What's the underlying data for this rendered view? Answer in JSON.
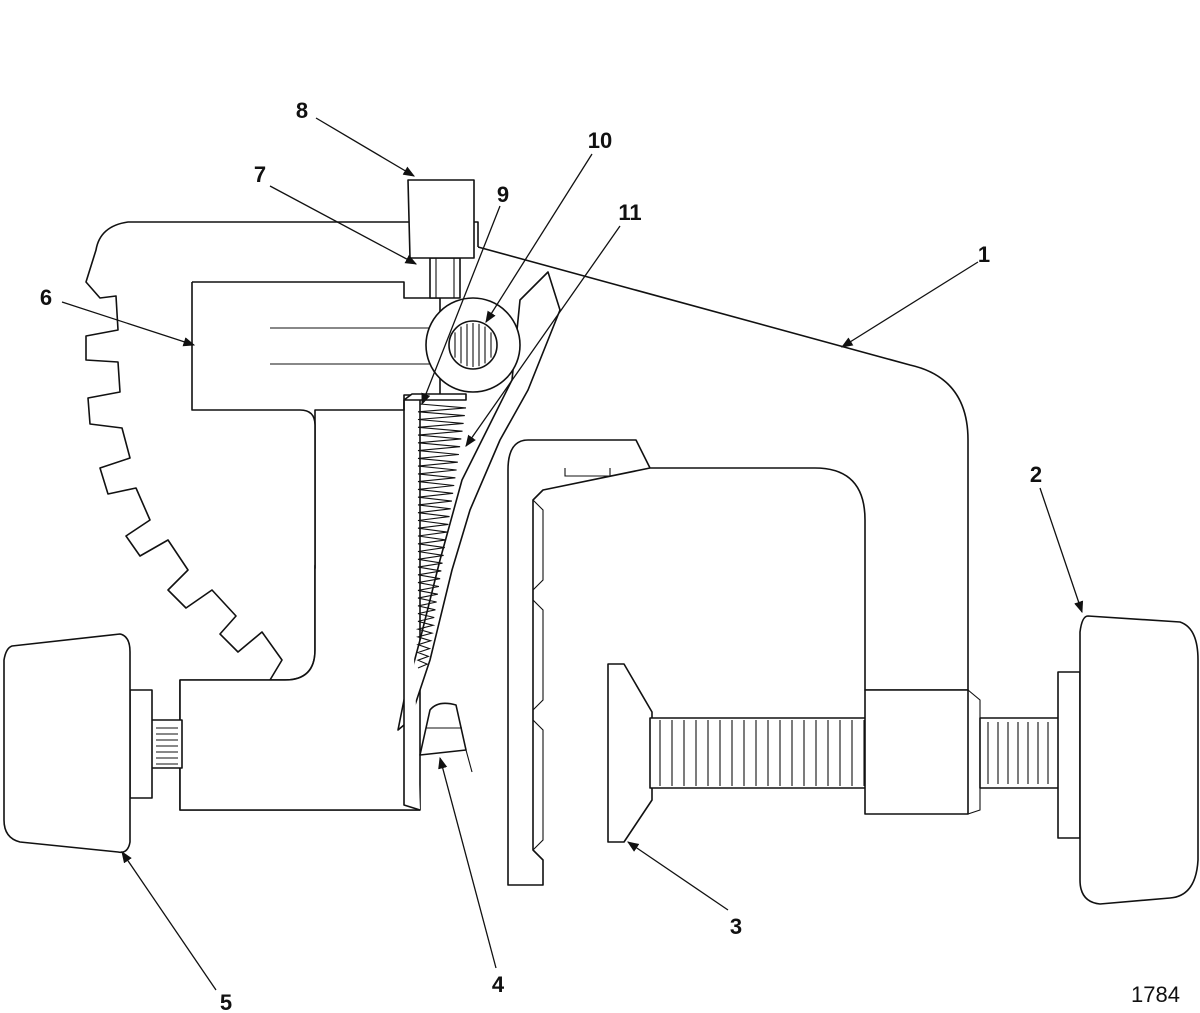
{
  "figure": {
    "figure_number": "1784",
    "callouts": [
      {
        "id": "c1",
        "label": "1"
      },
      {
        "id": "c2",
        "label": "2"
      },
      {
        "id": "c3",
        "label": "3"
      },
      {
        "id": "c4",
        "label": "4"
      },
      {
        "id": "c5",
        "label": "5"
      },
      {
        "id": "c6",
        "label": "6"
      },
      {
        "id": "c7",
        "label": "7"
      },
      {
        "id": "c8",
        "label": "8"
      },
      {
        "id": "c9",
        "label": "9"
      },
      {
        "id": "c10",
        "label": "10"
      },
      {
        "id": "c11",
        "label": "11"
      }
    ]
  },
  "colors": {
    "line": "#111111",
    "background": "#ffffff"
  }
}
